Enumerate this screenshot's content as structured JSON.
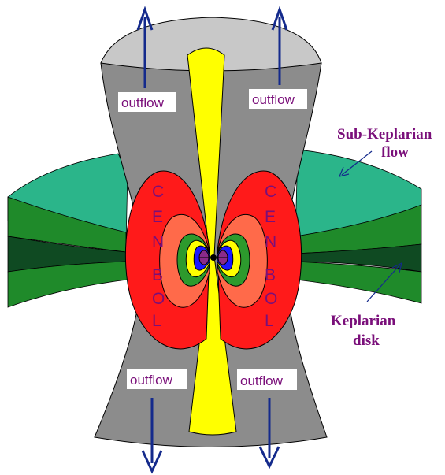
{
  "labels": {
    "outflow_top_left": "outflow",
    "outflow_top_right": "outflow",
    "outflow_bottom_left": "outflow",
    "outflow_bottom_right": "outflow",
    "cenbol_left": [
      "C",
      "E",
      "N",
      "B",
      "O",
      "L"
    ],
    "cenbol_right": [
      "C",
      "E",
      "N",
      "B",
      "O",
      "L"
    ],
    "sub_keplarian_line1": "Sub-Keplarian",
    "sub_keplarian_line2": "flow",
    "keplarian_line1": "Keplarian",
    "keplarian_line2": "disk"
  },
  "colors": {
    "outflow_body": "#8c8c8c",
    "outflow_cap": "#c8c8c8",
    "jet": "#ffff00",
    "sub_keplarian_top": "#2bb58a",
    "keplarian_dark": "#0f4a22",
    "keplarian_mid": "#1f8a2a",
    "disk_outer": "#2a9a2a",
    "cenbol_outer": "#ff1a1a",
    "cenbol_ring2": "#ff6a4a",
    "cenbol_ring3": "#2d9a2d",
    "cenbol_ring4": "#ffff00",
    "cenbol_ring5": "#1a1aff",
    "cenbol_ring6": "#00c8c8",
    "cenbol_core": "#8a2a8a",
    "arrow": "#142a8c",
    "label_text": "#7a0f7a"
  }
}
